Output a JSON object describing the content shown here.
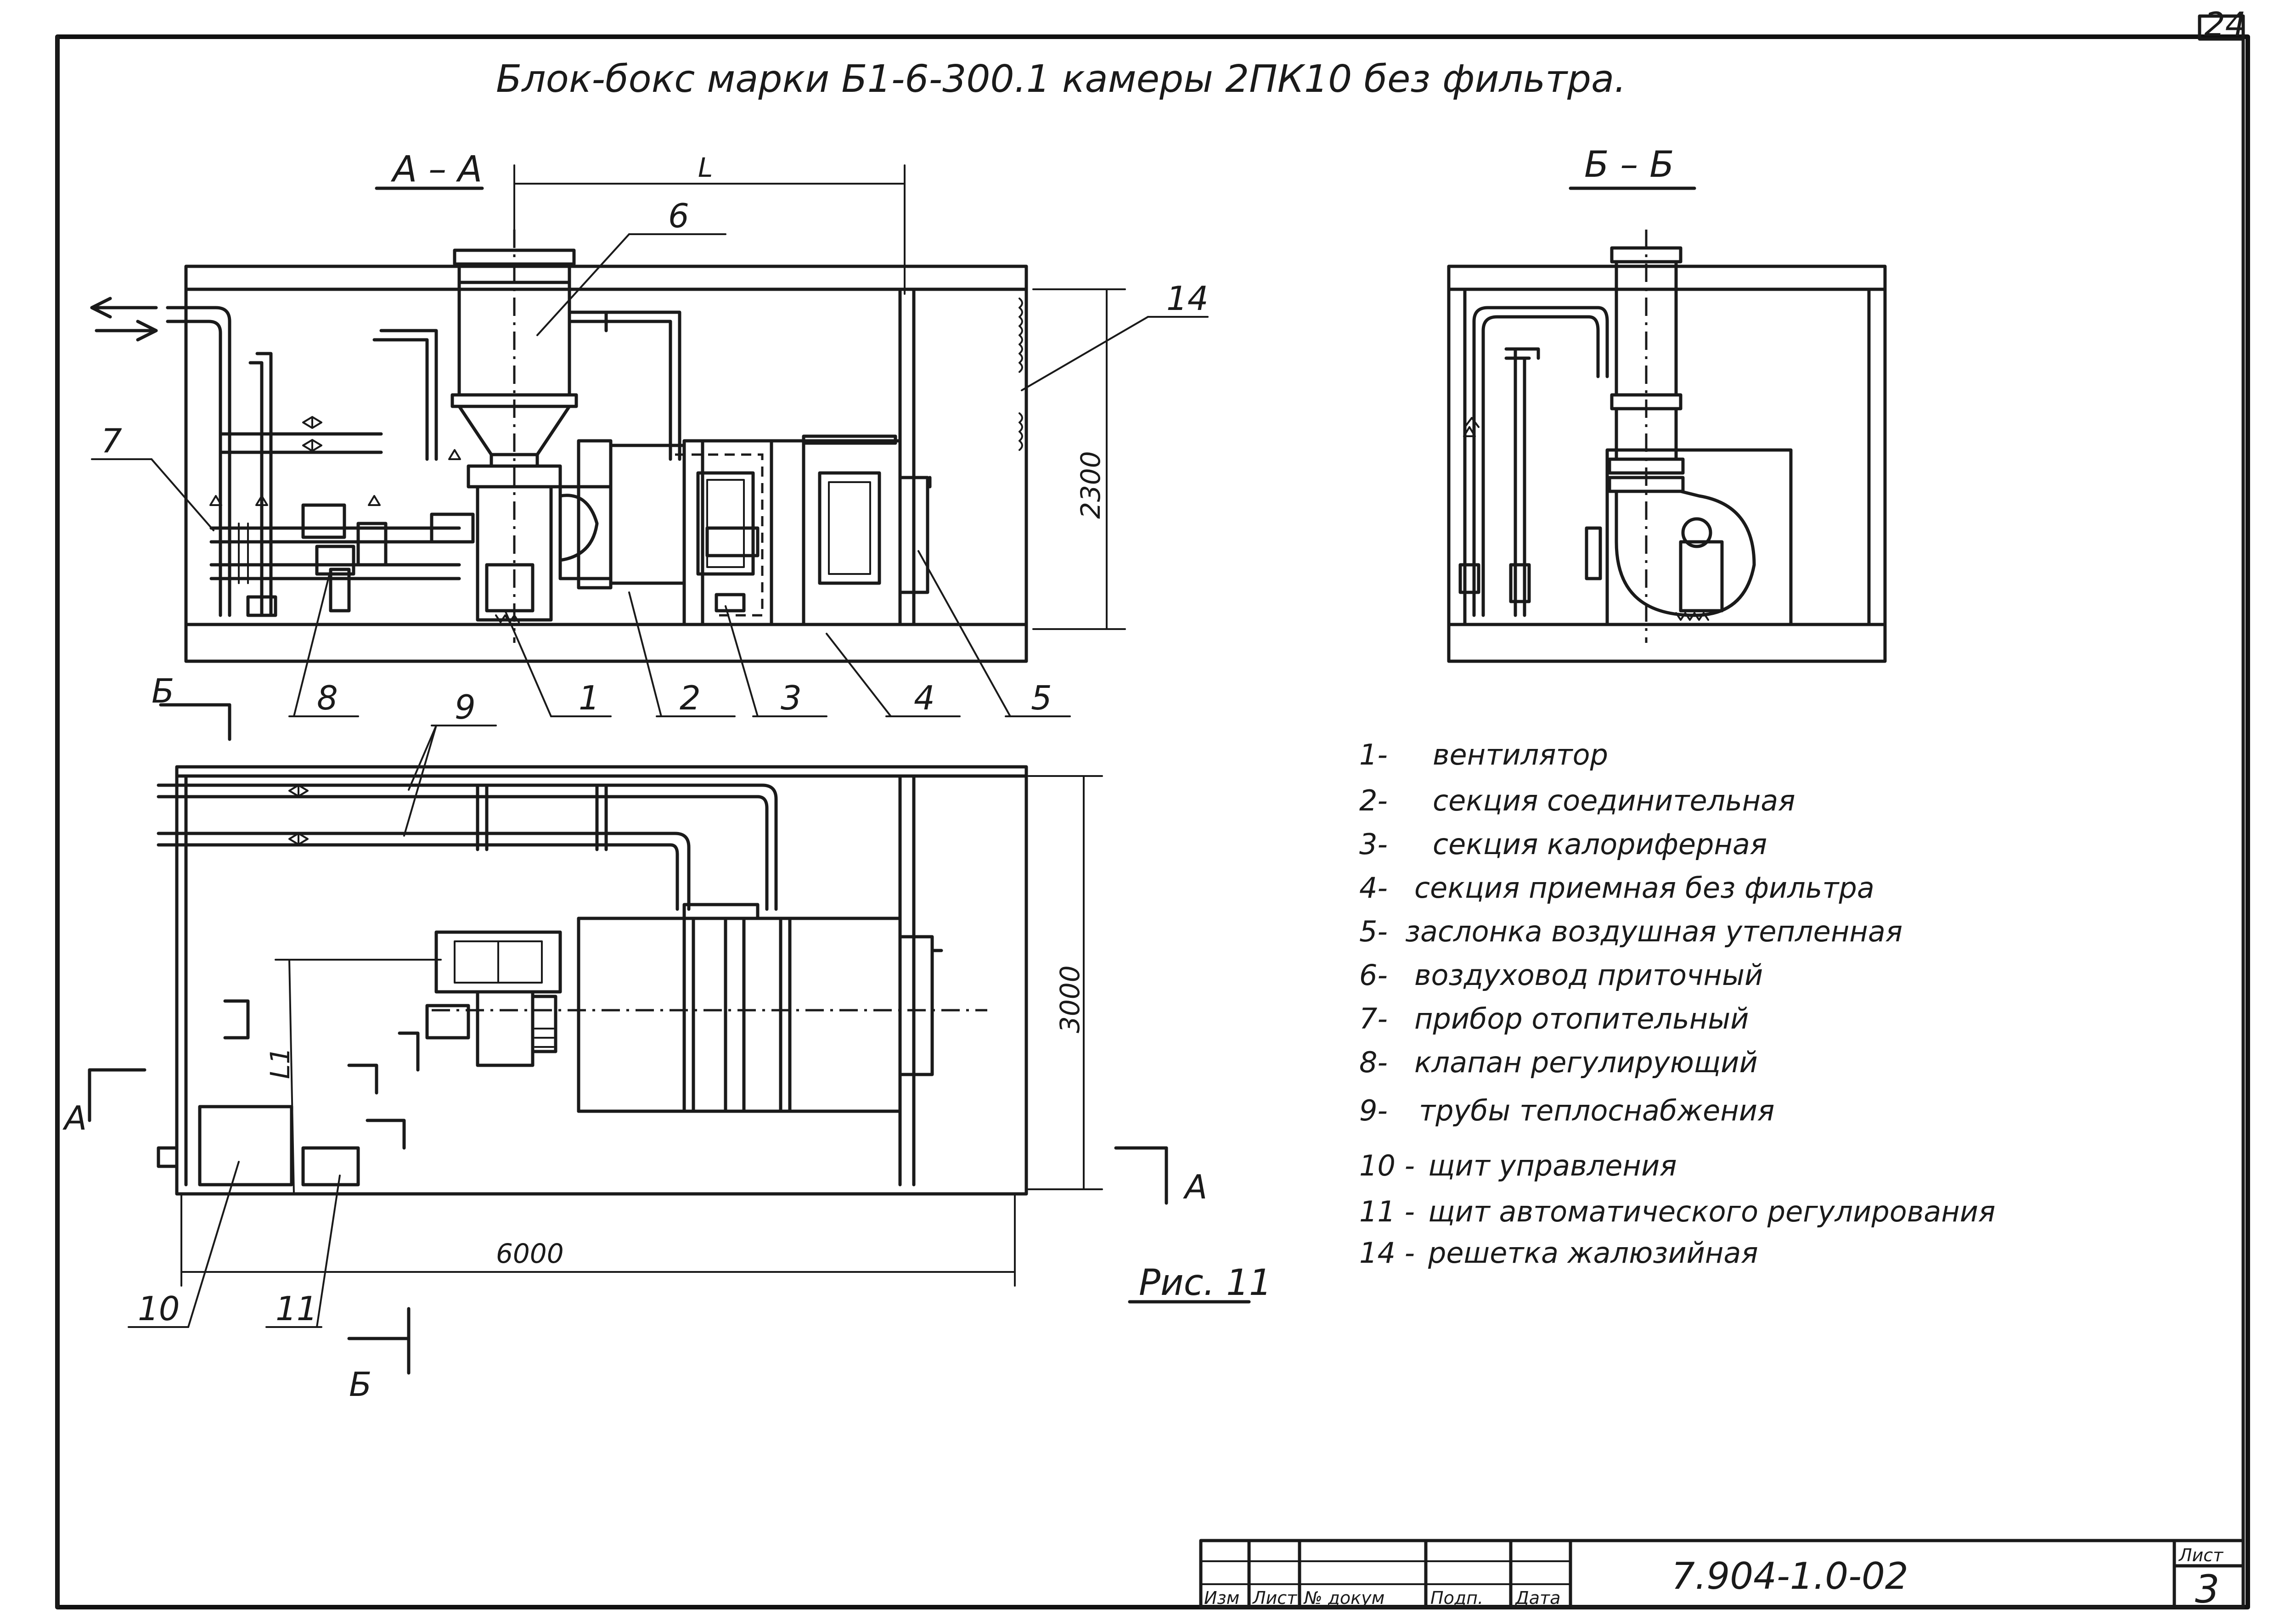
{
  "sheet_corner_number": "24",
  "title": "Блок-бокс марки Б1-6-300.1 камеры 2ПК10 без фильтра.",
  "section_aa_label": "А – А",
  "section_bb_label": "Б – Б",
  "dims": {
    "length_L": "L",
    "height_2300": "2300",
    "width_3000": "3000",
    "length_6000": "6000",
    "offset_L1": "L1"
  },
  "callouts": [
    "1",
    "2",
    "3",
    "4",
    "5",
    "6",
    "7",
    "8",
    "9",
    "10",
    "11",
    "14"
  ],
  "cut_marks": {
    "b_top": "Б",
    "b_bottom": "Б",
    "a_left": "А",
    "a_right": "А"
  },
  "figure_caption": "Рис. 11",
  "legend": [
    {
      "num": "1-",
      "text": "вентилятор"
    },
    {
      "num": "2-",
      "text": "секция   соединительная"
    },
    {
      "num": "3-",
      "text": "секция   калориферная"
    },
    {
      "num": "4-",
      "text": "секция   приемная без фильтра"
    },
    {
      "num": "5-",
      "text": "заслонка  воздушная  утепленная"
    },
    {
      "num": "6-",
      "text": "воздуховод   приточный"
    },
    {
      "num": "7-",
      "text": "прибор   отопительный"
    },
    {
      "num": "8-",
      "text": "клапан   регулирующий"
    },
    {
      "num": "9-",
      "text": "трубы   теплоснабжения"
    },
    {
      "num": "10 -",
      "text": "щит   управления"
    },
    {
      "num": "11 -",
      "text": "щит  автоматического   регулирования"
    },
    {
      "num": "14 -",
      "text": "решетка  жалюзийная"
    }
  ],
  "stamp": {
    "headers": [
      "Изм",
      "Лист",
      "№ докум",
      "Подп.",
      "Дата"
    ],
    "doc_code": "7.904-1.0-02",
    "sheet_label": "Лист",
    "sheet_number": "3"
  }
}
